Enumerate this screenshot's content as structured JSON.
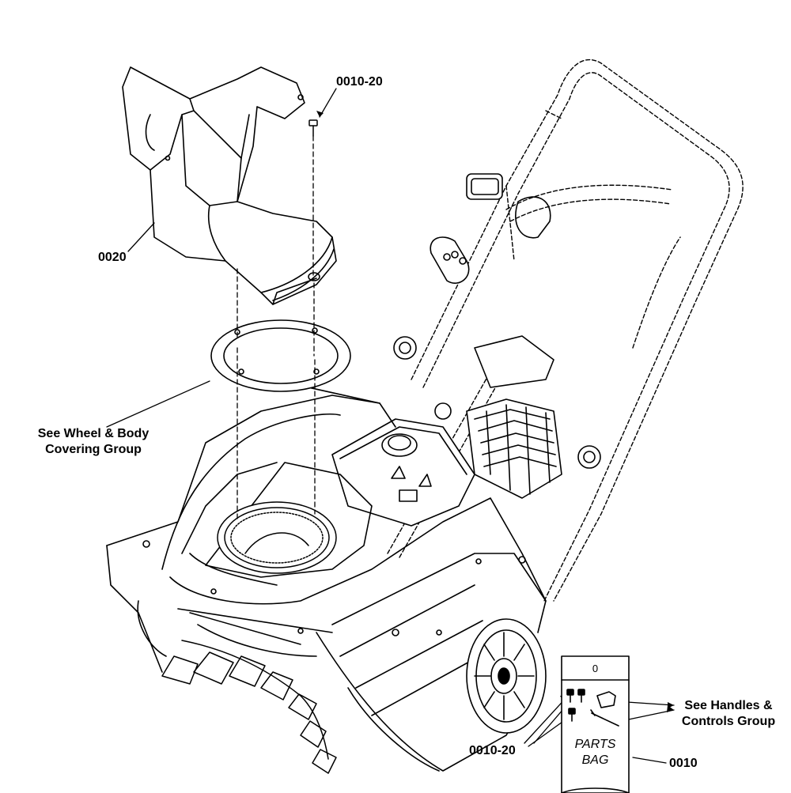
{
  "callouts": {
    "fastener_top": "0010-20",
    "chute": "0020",
    "wheel_body_line1": "See Wheel & Body",
    "wheel_body_line2": "Covering Group",
    "fastener_bottom": "0010-20",
    "handles_line1": "See Handles &",
    "handles_line2": "Controls Group",
    "parts_bag_id": "0010"
  },
  "parts_bag": {
    "line1": "PARTS",
    "line2": "BAG",
    "hole_mark": "0"
  }
}
